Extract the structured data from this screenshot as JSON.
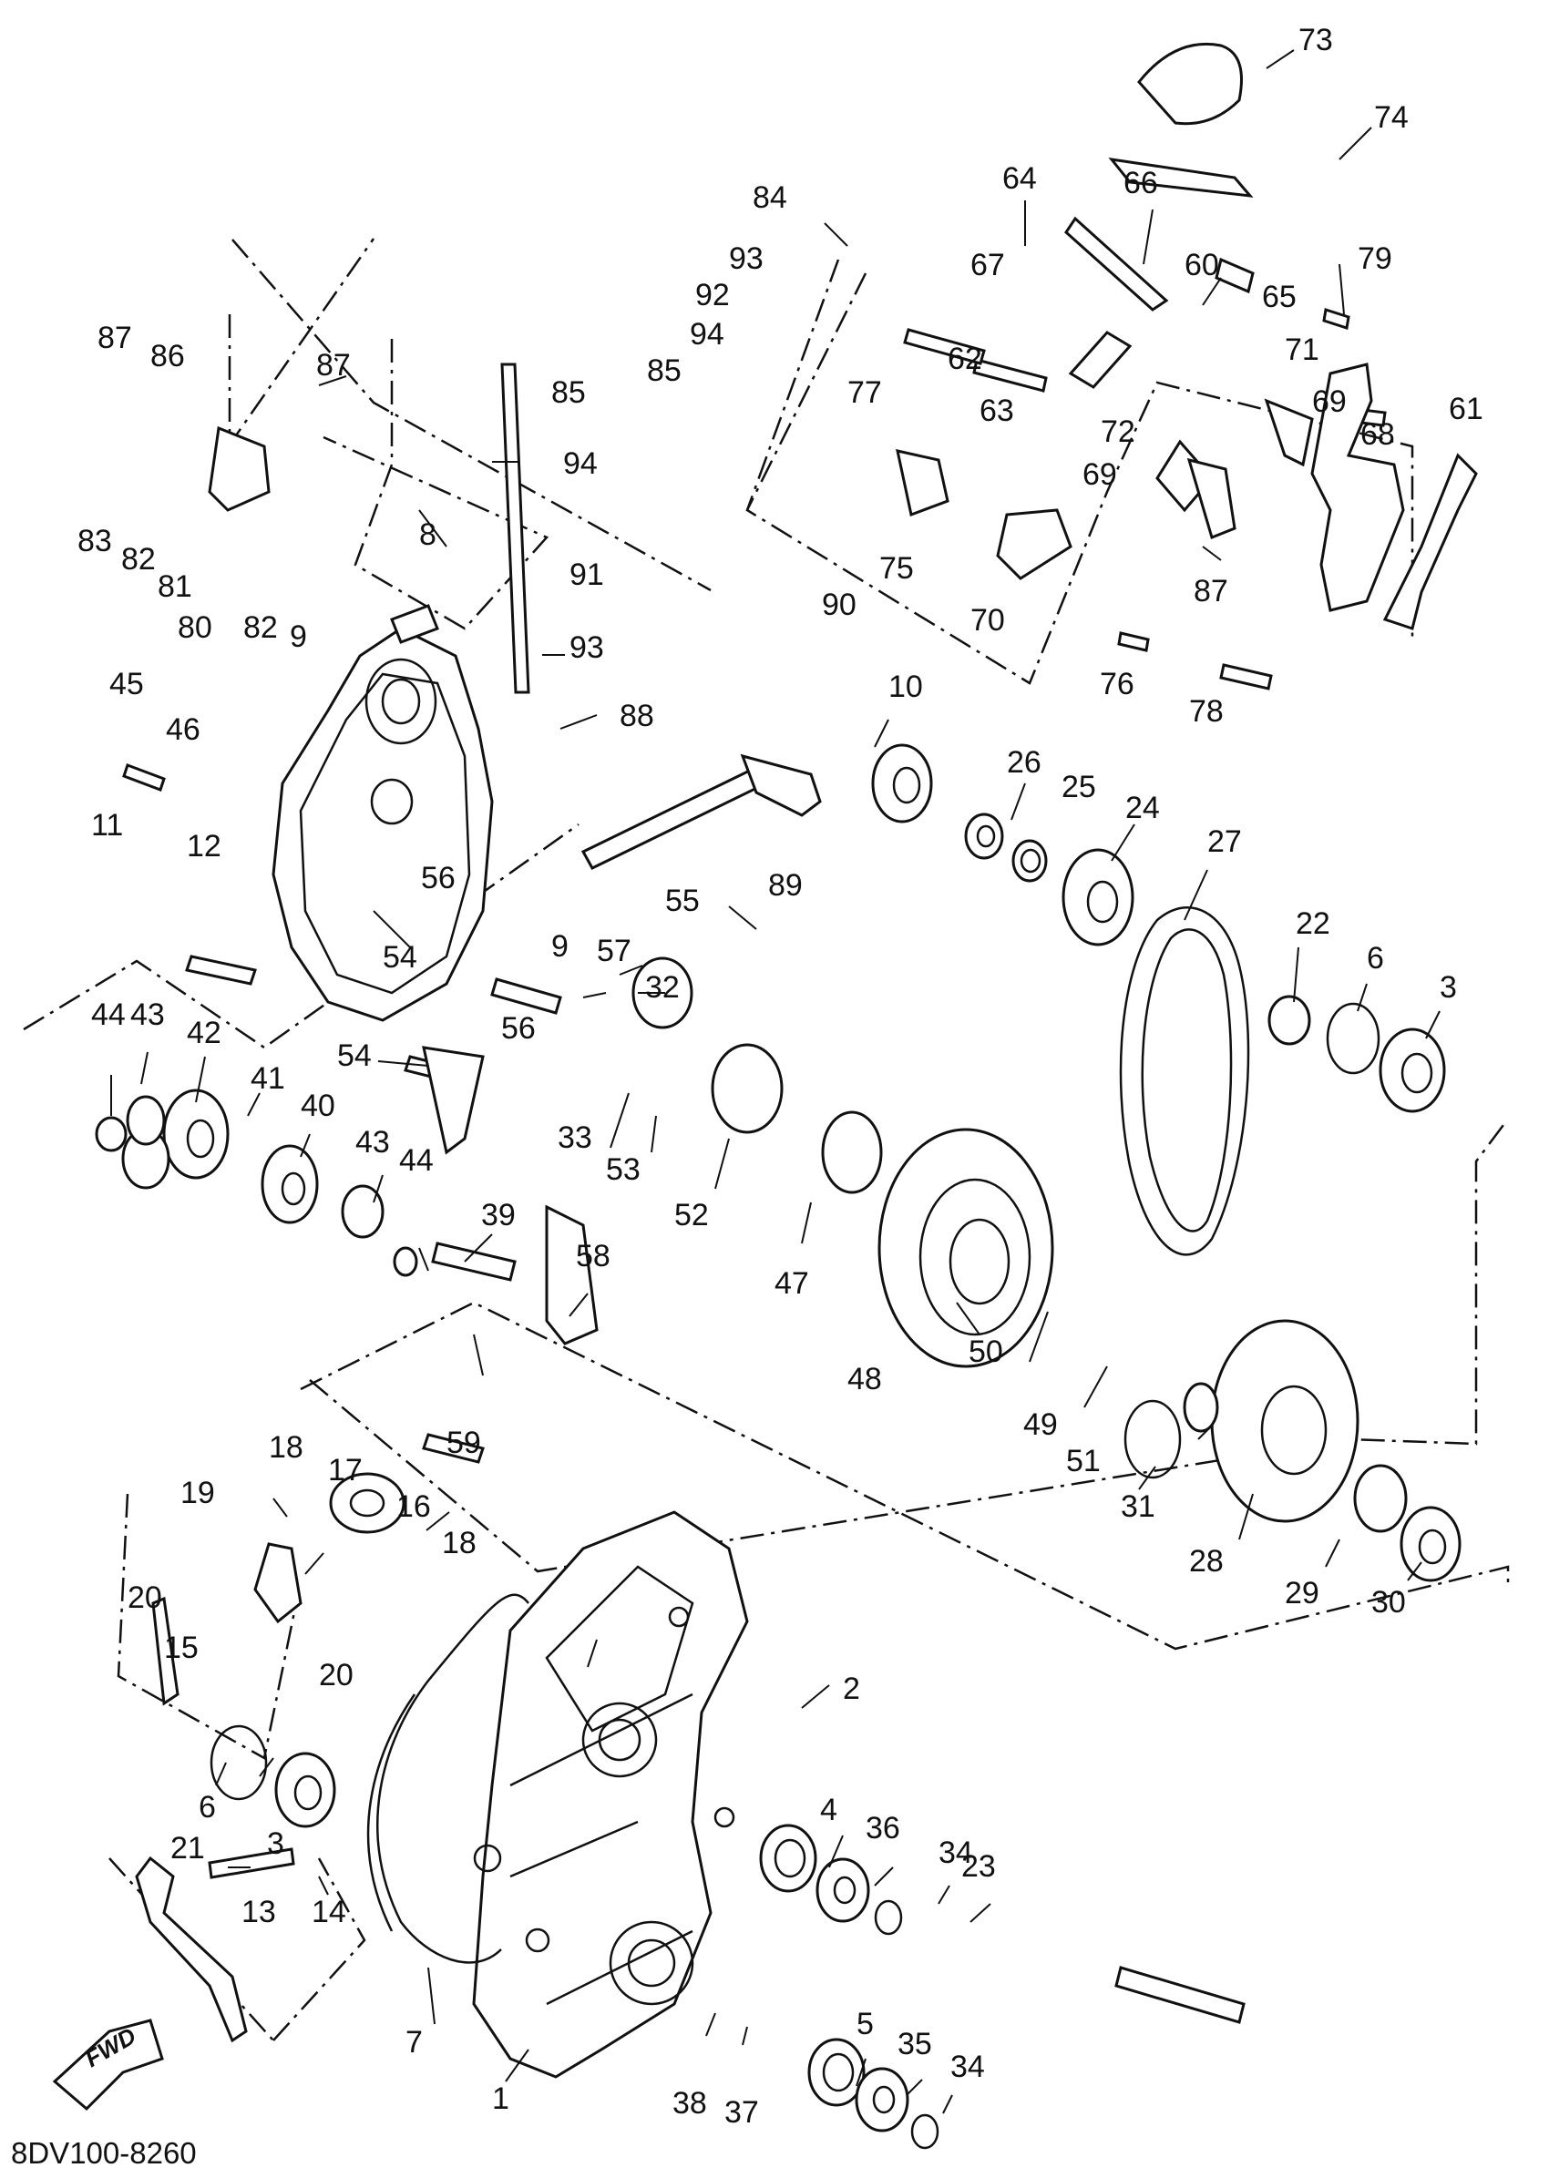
{
  "diagram": {
    "drawing_code": "8DV100-8260",
    "fwd_label": "FWD",
    "callouts": [
      {
        "id": "73",
        "text": "73"
      },
      {
        "id": "74",
        "text": "74"
      },
      {
        "id": "64",
        "text": "64"
      },
      {
        "id": "66",
        "text": "66"
      },
      {
        "id": "84",
        "text": "84"
      },
      {
        "id": "93a",
        "text": "93"
      },
      {
        "id": "92",
        "text": "92"
      },
      {
        "id": "67",
        "text": "67"
      },
      {
        "id": "60",
        "text": "60"
      },
      {
        "id": "65",
        "text": "65"
      },
      {
        "id": "79",
        "text": "79"
      },
      {
        "id": "87a",
        "text": "87"
      },
      {
        "id": "86",
        "text": "86"
      },
      {
        "id": "87b",
        "text": "87"
      },
      {
        "id": "94a",
        "text": "94"
      },
      {
        "id": "85a",
        "text": "85"
      },
      {
        "id": "85b",
        "text": "85"
      },
      {
        "id": "77",
        "text": "77"
      },
      {
        "id": "62",
        "text": "62"
      },
      {
        "id": "71",
        "text": "71"
      },
      {
        "id": "69a",
        "text": "69"
      },
      {
        "id": "61",
        "text": "61"
      },
      {
        "id": "83",
        "text": "83"
      },
      {
        "id": "82a",
        "text": "82"
      },
      {
        "id": "81",
        "text": "81"
      },
      {
        "id": "80",
        "text": "80"
      },
      {
        "id": "94b",
        "text": "94"
      },
      {
        "id": "63",
        "text": "63"
      },
      {
        "id": "72",
        "text": "72"
      },
      {
        "id": "68",
        "text": "68"
      },
      {
        "id": "69b",
        "text": "69"
      },
      {
        "id": "75",
        "text": "75"
      },
      {
        "id": "8",
        "text": "8"
      },
      {
        "id": "91",
        "text": "91"
      },
      {
        "id": "70",
        "text": "70"
      },
      {
        "id": "87c",
        "text": "87"
      },
      {
        "id": "82b",
        "text": "82"
      },
      {
        "id": "9a",
        "text": "9"
      },
      {
        "id": "93b",
        "text": "93"
      },
      {
        "id": "90",
        "text": "90"
      },
      {
        "id": "76",
        "text": "76"
      },
      {
        "id": "45",
        "text": "45"
      },
      {
        "id": "78",
        "text": "78"
      },
      {
        "id": "46",
        "text": "46"
      },
      {
        "id": "88",
        "text": "88"
      },
      {
        "id": "10",
        "text": "10"
      },
      {
        "id": "26",
        "text": "26"
      },
      {
        "id": "11",
        "text": "11"
      },
      {
        "id": "25",
        "text": "25"
      },
      {
        "id": "24",
        "text": "24"
      },
      {
        "id": "27",
        "text": "27"
      },
      {
        "id": "12",
        "text": "12"
      },
      {
        "id": "56a",
        "text": "56"
      },
      {
        "id": "89",
        "text": "89"
      },
      {
        "id": "55",
        "text": "55"
      },
      {
        "id": "22",
        "text": "22"
      },
      {
        "id": "6a",
        "text": "6"
      },
      {
        "id": "3a",
        "text": "3"
      },
      {
        "id": "9b",
        "text": "9"
      },
      {
        "id": "57",
        "text": "57"
      },
      {
        "id": "54a",
        "text": "54"
      },
      {
        "id": "32",
        "text": "32"
      },
      {
        "id": "44a",
        "text": "44"
      },
      {
        "id": "43a",
        "text": "43"
      },
      {
        "id": "42",
        "text": "42"
      },
      {
        "id": "54b",
        "text": "54"
      },
      {
        "id": "56b",
        "text": "56"
      },
      {
        "id": "41",
        "text": "41"
      },
      {
        "id": "40",
        "text": "40"
      },
      {
        "id": "33",
        "text": "33"
      },
      {
        "id": "43b",
        "text": "43"
      },
      {
        "id": "53",
        "text": "53"
      },
      {
        "id": "44b",
        "text": "44"
      },
      {
        "id": "52",
        "text": "52"
      },
      {
        "id": "39",
        "text": "39"
      },
      {
        "id": "47",
        "text": "47"
      },
      {
        "id": "58",
        "text": "58"
      },
      {
        "id": "50",
        "text": "50"
      },
      {
        "id": "48",
        "text": "48"
      },
      {
        "id": "49",
        "text": "49"
      },
      {
        "id": "51",
        "text": "51"
      },
      {
        "id": "59",
        "text": "59"
      },
      {
        "id": "31",
        "text": "31"
      },
      {
        "id": "18a",
        "text": "18"
      },
      {
        "id": "19",
        "text": "19"
      },
      {
        "id": "17",
        "text": "17"
      },
      {
        "id": "16",
        "text": "16"
      },
      {
        "id": "18b",
        "text": "18"
      },
      {
        "id": "28",
        "text": "28"
      },
      {
        "id": "29",
        "text": "29"
      },
      {
        "id": "20a",
        "text": "20"
      },
      {
        "id": "30",
        "text": "30"
      },
      {
        "id": "15",
        "text": "15"
      },
      {
        "id": "20b",
        "text": "20"
      },
      {
        "id": "2",
        "text": "2"
      },
      {
        "id": "4",
        "text": "4"
      },
      {
        "id": "36",
        "text": "36"
      },
      {
        "id": "6b",
        "text": "6"
      },
      {
        "id": "34a",
        "text": "34"
      },
      {
        "id": "3b",
        "text": "3"
      },
      {
        "id": "23",
        "text": "23"
      },
      {
        "id": "21",
        "text": "21"
      },
      {
        "id": "13",
        "text": "13"
      },
      {
        "id": "14",
        "text": "14"
      },
      {
        "id": "5",
        "text": "5"
      },
      {
        "id": "7",
        "text": "7"
      },
      {
        "id": "35",
        "text": "35"
      },
      {
        "id": "34b",
        "text": "34"
      },
      {
        "id": "1",
        "text": "1"
      },
      {
        "id": "38",
        "text": "38"
      },
      {
        "id": "37",
        "text": "37"
      }
    ]
  }
}
